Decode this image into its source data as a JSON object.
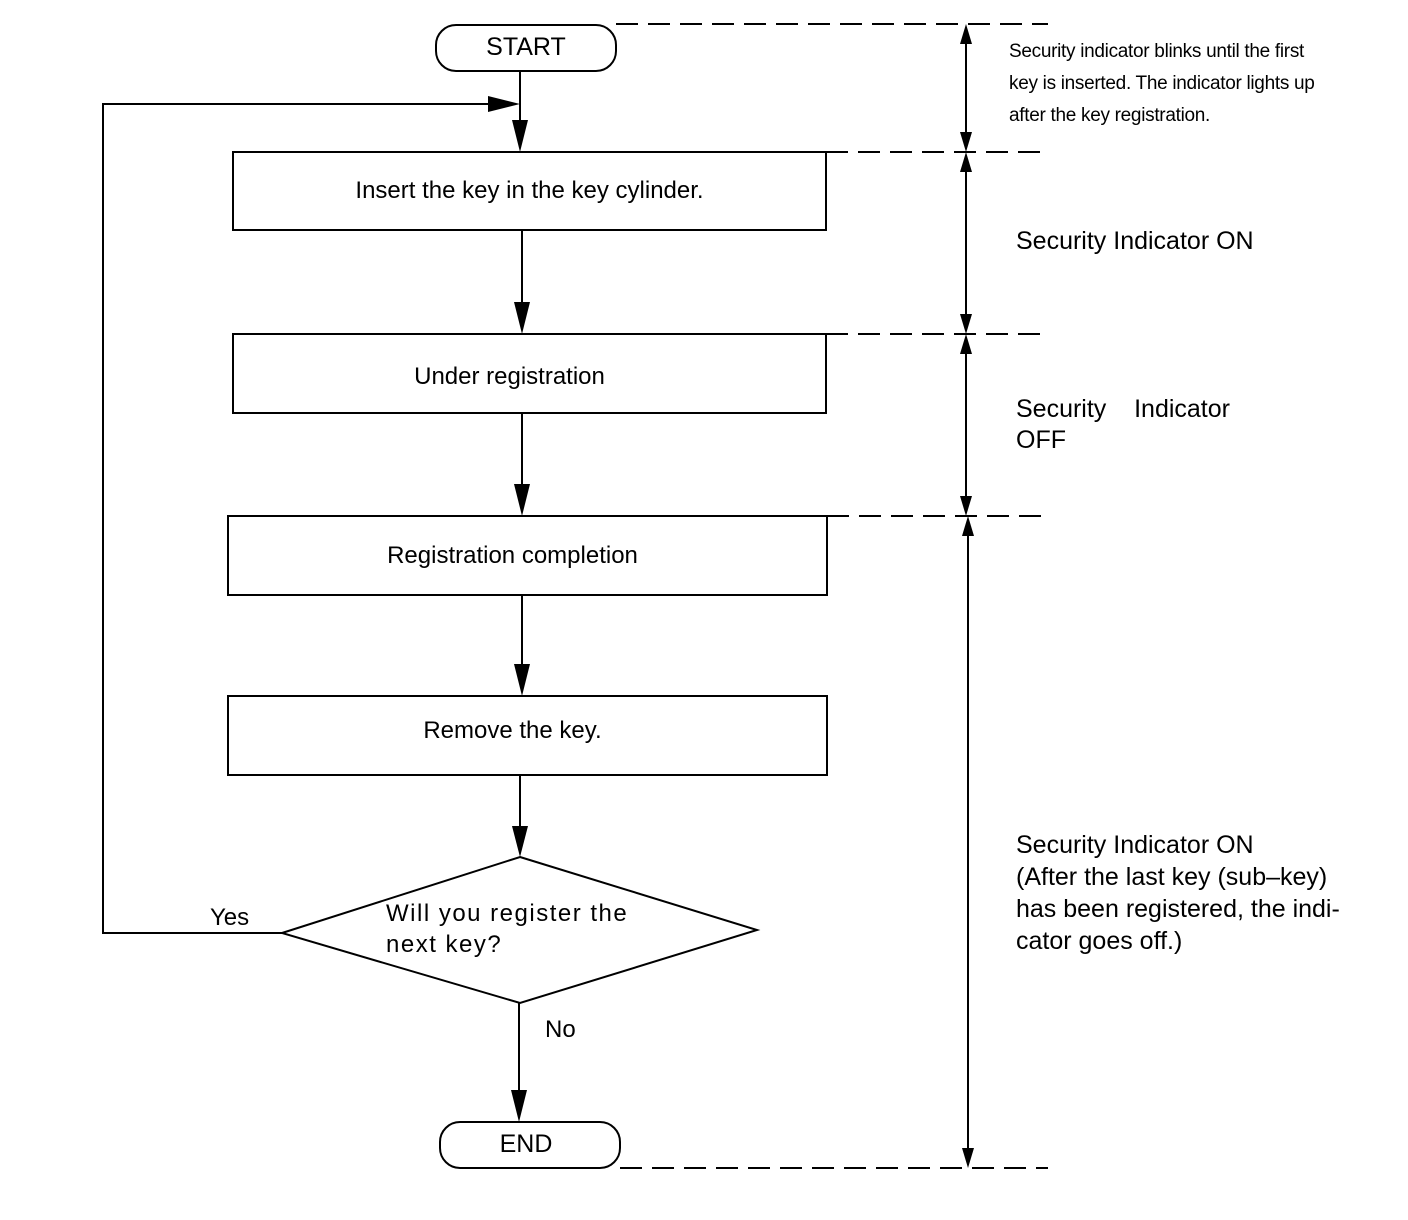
{
  "flowchart": {
    "start": "START",
    "end": "END",
    "steps": [
      "Insert the key in the key cylinder.",
      "Under registration",
      "Registration completion",
      "Remove the key."
    ],
    "decision": {
      "line1": "Will you register the",
      "line2": "next key?",
      "yes": "Yes",
      "no": "No"
    }
  },
  "notes": {
    "blink": {
      "line1": "Security indicator blinks until the first",
      "line2": "key is inserted. The indicator lights up",
      "line3": "after the key registration."
    },
    "on1": "Security Indicator ON",
    "off": {
      "line1": "Security    Indicator",
      "line2": "OFF"
    },
    "on2": {
      "line1": "Security Indicator ON",
      "line2": "(After the last key (sub–key)",
      "line3": "has been registered, the indi-",
      "line4": "cator goes off.)"
    }
  }
}
